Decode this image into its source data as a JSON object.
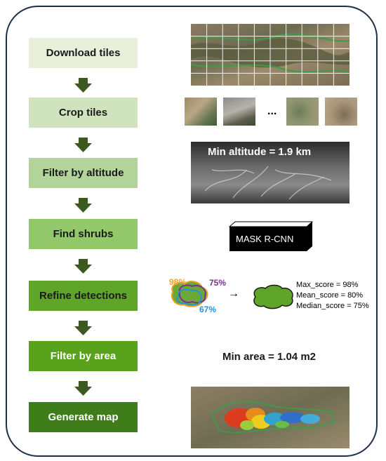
{
  "steps": [
    {
      "label": "Download tiles",
      "bg": "#e8f0dc",
      "fg": "#1a1a1a"
    },
    {
      "label": "Crop tiles",
      "bg": "#cfe3bd",
      "fg": "#1a1a1a"
    },
    {
      "label": "Filter by altitude",
      "bg": "#b2d49a",
      "fg": "#1a1a1a"
    },
    {
      "label": "Find shrubs",
      "bg": "#92c86a",
      "fg": "#1a1a1a"
    },
    {
      "label": "Refine detections",
      "bg": "#5ea52a",
      "fg": "#1a1a1a"
    },
    {
      "label": "Filter by area",
      "bg": "#58a21c",
      "fg": "#ffffff"
    },
    {
      "label": "Generate map",
      "bg": "#3f7c1a",
      "fg": "#ffffff"
    }
  ],
  "colors": {
    "arrow": "#3c5a1f",
    "frame": "#1f2e4a"
  },
  "crop_tiles": {
    "ellipsis": "..."
  },
  "altitude": {
    "caption": "Min altitude = 1.9 km"
  },
  "model": {
    "label": "MASK R-CNN"
  },
  "detections": {
    "scores": {
      "a": "98%",
      "b": "75%",
      "c": "67%"
    },
    "score_colors": {
      "a": "#f0a020",
      "b": "#7a2e8e",
      "c": "#2b8fd6"
    },
    "arrow_glyph": "→",
    "stats": [
      "Max_score = 98%",
      "Mean_score = 80%",
      "Median_score = 75%"
    ]
  },
  "area": {
    "caption": "Min area = 1.04 m2"
  }
}
